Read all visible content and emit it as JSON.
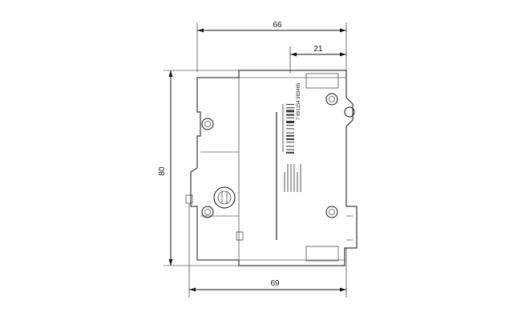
{
  "drawing": {
    "dimensions": {
      "width_top": "66",
      "terminal_width": "21",
      "height": "80",
      "width_bottom": "69"
    },
    "label": {
      "barcode_digits": "7 891154 983465"
    }
  }
}
